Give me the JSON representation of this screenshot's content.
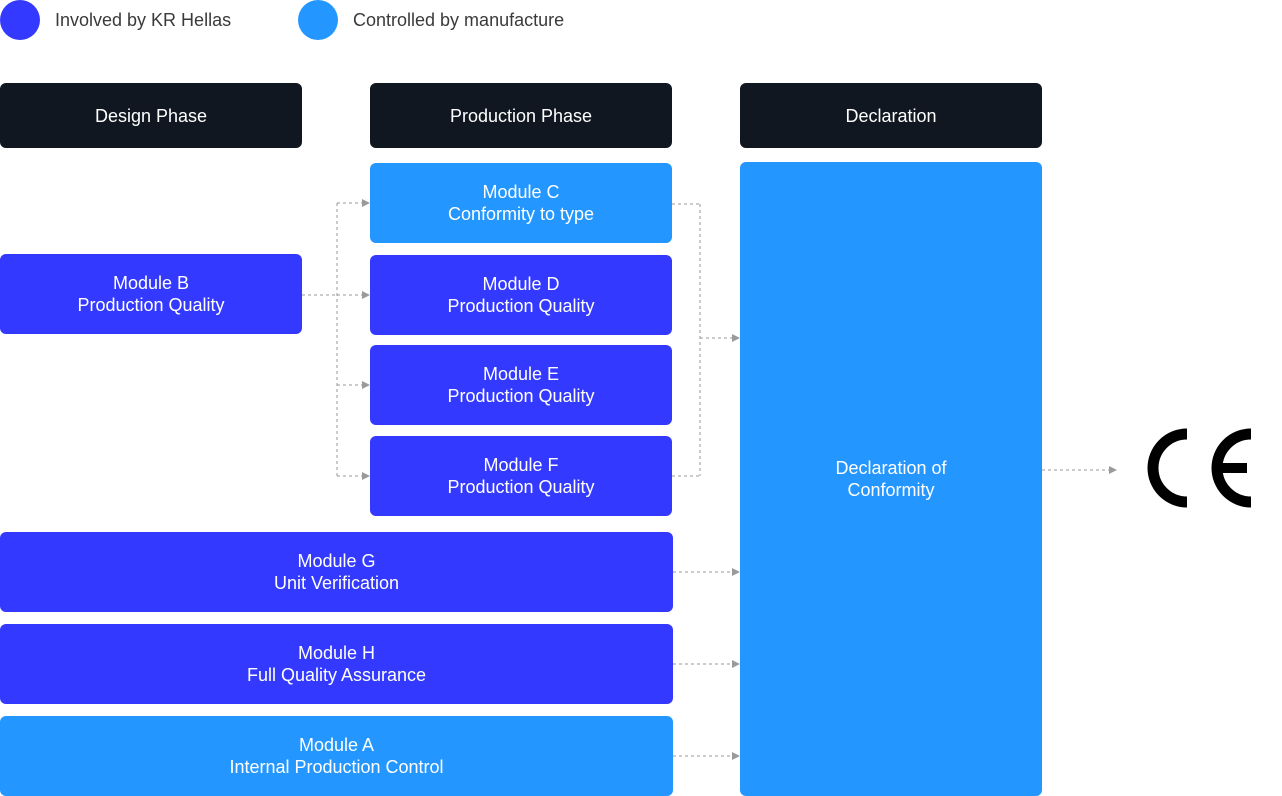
{
  "legend": {
    "involved": {
      "label": "Involved by KR Hellas",
      "color": "#3339ff"
    },
    "controlled": {
      "label": "Controlled by manufacture",
      "color": "#2496ff"
    }
  },
  "headers": {
    "design": "Design Phase",
    "production": "Production Phase",
    "declaration": "Declaration"
  },
  "modules": {
    "b": {
      "title": "Module B",
      "subtitle": "Production Quality"
    },
    "c": {
      "title": "Module C",
      "subtitle": "Conformity to type"
    },
    "d": {
      "title": "Module D",
      "subtitle": "Production Quality"
    },
    "e": {
      "title": "Module E",
      "subtitle": "Production Quality"
    },
    "f": {
      "title": "Module F",
      "subtitle": "Production Quality"
    },
    "g": {
      "title": "Module G",
      "subtitle": "Unit Verification"
    },
    "h": {
      "title": "Module H",
      "subtitle": "Full Quality Assurance"
    },
    "a": {
      "title": "Module A",
      "subtitle": "Internal Production Control"
    }
  },
  "declaration": {
    "line1": "Declaration of",
    "line2": "Conformity"
  },
  "ce_mark": {
    "icon": "ce-mark-icon"
  },
  "colors": {
    "header": "#101720",
    "involved": "#3339ff",
    "controlled": "#2496ff",
    "connector": "#9a9a9a"
  }
}
